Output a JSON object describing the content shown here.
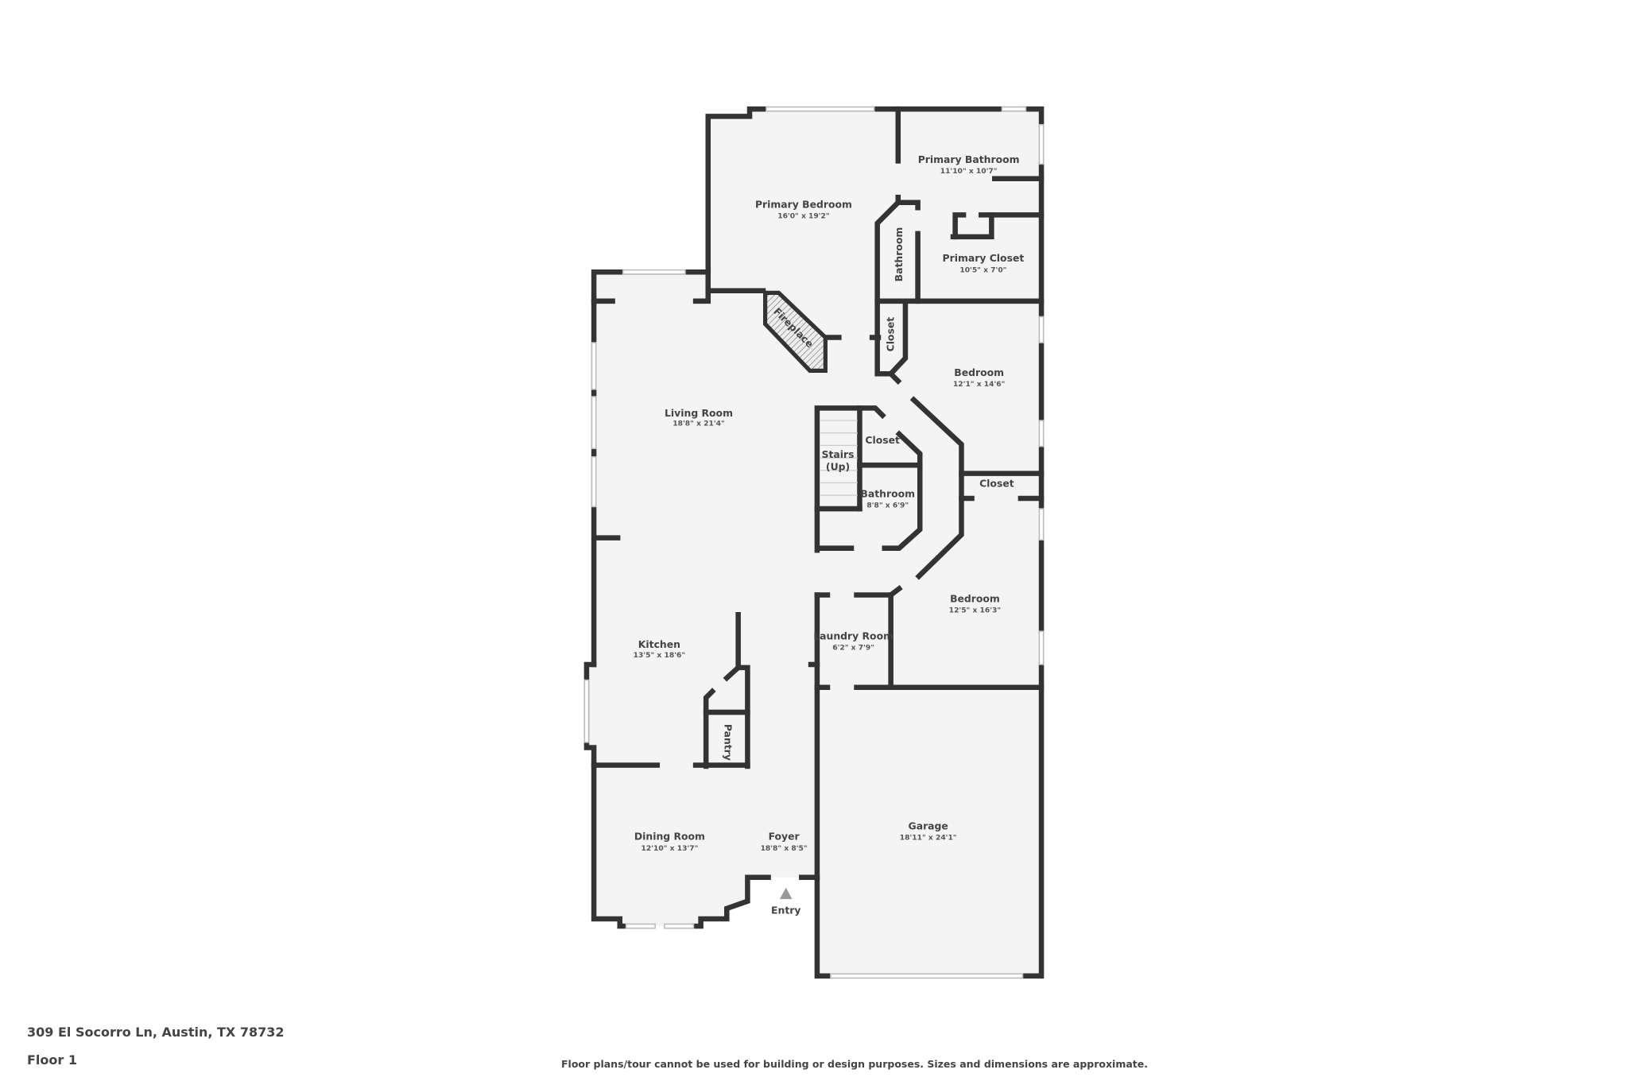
{
  "address": "309 El Socorro Ln, Austin, TX 78732",
  "floor": "Floor 1",
  "disclaimer": "Floor plans/tour cannot be used for building or design purposes. Sizes and dimensions are approximate.",
  "entry_label": "Entry",
  "colors": {
    "wall": "#333333",
    "floor": "#f4f4f4"
  },
  "rooms": {
    "primary_bedroom": {
      "name": "Primary Bedroom",
      "dims": "16'0\" x 19'2\""
    },
    "primary_bathroom": {
      "name": "Primary Bathroom",
      "dims": "11'10\" x 10'7\""
    },
    "primary_closet": {
      "name": "Primary Closet",
      "dims": "10'5\" x 7'0\""
    },
    "bathroom_upper": {
      "name": "Bathroom"
    },
    "fireplace": {
      "name": "Fireplace"
    },
    "closet_a": {
      "name": "Closet"
    },
    "bedroom_1": {
      "name": "Bedroom",
      "dims": "12'1\" x 14'6\""
    },
    "living_room": {
      "name": "Living Room",
      "dims": "18'8\" x 21'4\""
    },
    "stairs": {
      "name": "Stairs",
      "sub": "(Up)"
    },
    "closet_b": {
      "name": "Closet"
    },
    "bathroom": {
      "name": "Bathroom",
      "dims": "8'8\" x 6'9\""
    },
    "closet_c": {
      "name": "Closet"
    },
    "bedroom_2": {
      "name": "Bedroom",
      "dims": "12'5\" x 16'3\""
    },
    "laundry": {
      "name": "Laundry Room",
      "dims": "6'2\" x 7'9\""
    },
    "kitchen": {
      "name": "Kitchen",
      "dims": "13'5\" x 18'6\""
    },
    "pantry": {
      "name": "Pantry"
    },
    "garage": {
      "name": "Garage",
      "dims": "18'11\" x 24'1\""
    },
    "dining": {
      "name": "Dining Room",
      "dims": "12'10\" x 13'7\""
    },
    "foyer": {
      "name": "Foyer",
      "dims": "18'8\" x 8'5\""
    }
  }
}
